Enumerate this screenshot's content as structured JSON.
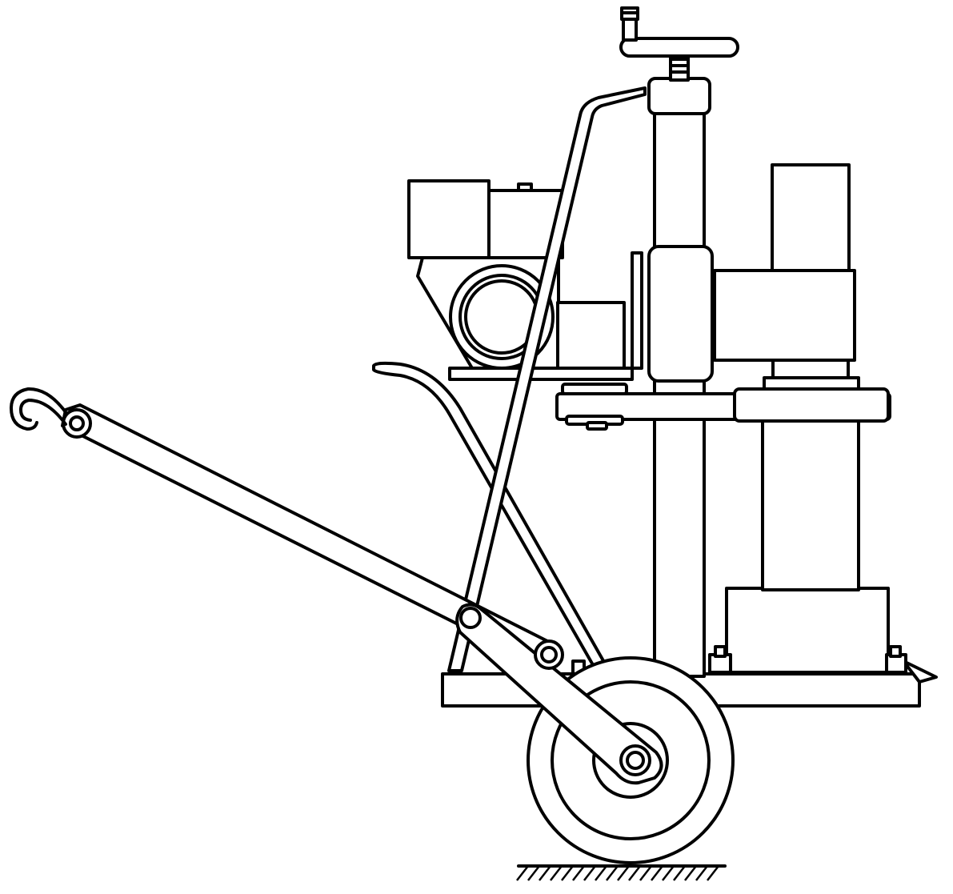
{
  "figure": {
    "colors": {
      "line": "#000000",
      "background": "#ffffff"
    },
    "parts": [
      "ground-hatch",
      "wheel",
      "base-plate",
      "mounting-bolt",
      "support-leg",
      "upright-column",
      "column-top-collar",
      "adjust-screw",
      "handwheel",
      "handwheel-knob",
      "column-clamp",
      "engine",
      "fuel-tank",
      "pulley-housing",
      "gear-box",
      "tilted-handle",
      "curved-handle",
      "drive-belt",
      "motor",
      "motor-housing",
      "drill-barrel",
      "lower-housing",
      "tow-bar",
      "hook",
      "link-arm",
      "pivot-pin"
    ]
  }
}
